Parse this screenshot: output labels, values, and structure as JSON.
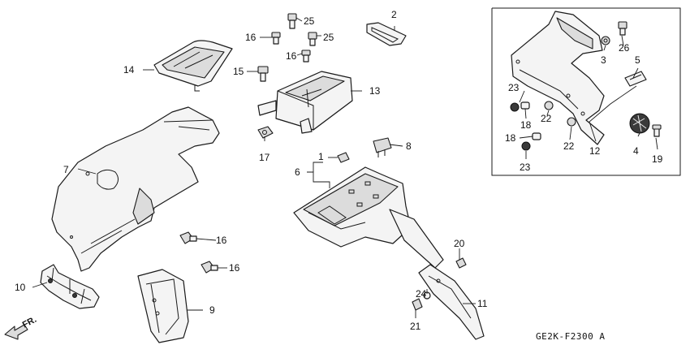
{
  "diagram_code": "GE2K-F2300 A",
  "front_label": "FR.",
  "labels": {
    "p1": "1",
    "p2": "2",
    "p3": "3",
    "p4": "4",
    "p5": "5",
    "p6": "6",
    "p7": "7",
    "p8": "8",
    "p9": "9",
    "p10": "10",
    "p11": "11",
    "p12": "12",
    "p13": "13",
    "p14": "14",
    "p15": "15",
    "p16a": "16",
    "p16b": "16",
    "p16c": "16",
    "p16d": "16",
    "p17": "17",
    "p18a": "18",
    "p18b": "18",
    "p19": "19",
    "p20": "20",
    "p21": "21",
    "p22a": "22",
    "p22b": "22",
    "p23a": "23",
    "p23b": "23",
    "p24": "24",
    "p25a": "25",
    "p25b": "25",
    "p26": "26"
  },
  "colors": {
    "ink": "#1a1a1a",
    "paper": "#ffffff",
    "fill": "#f4f4f4"
  }
}
